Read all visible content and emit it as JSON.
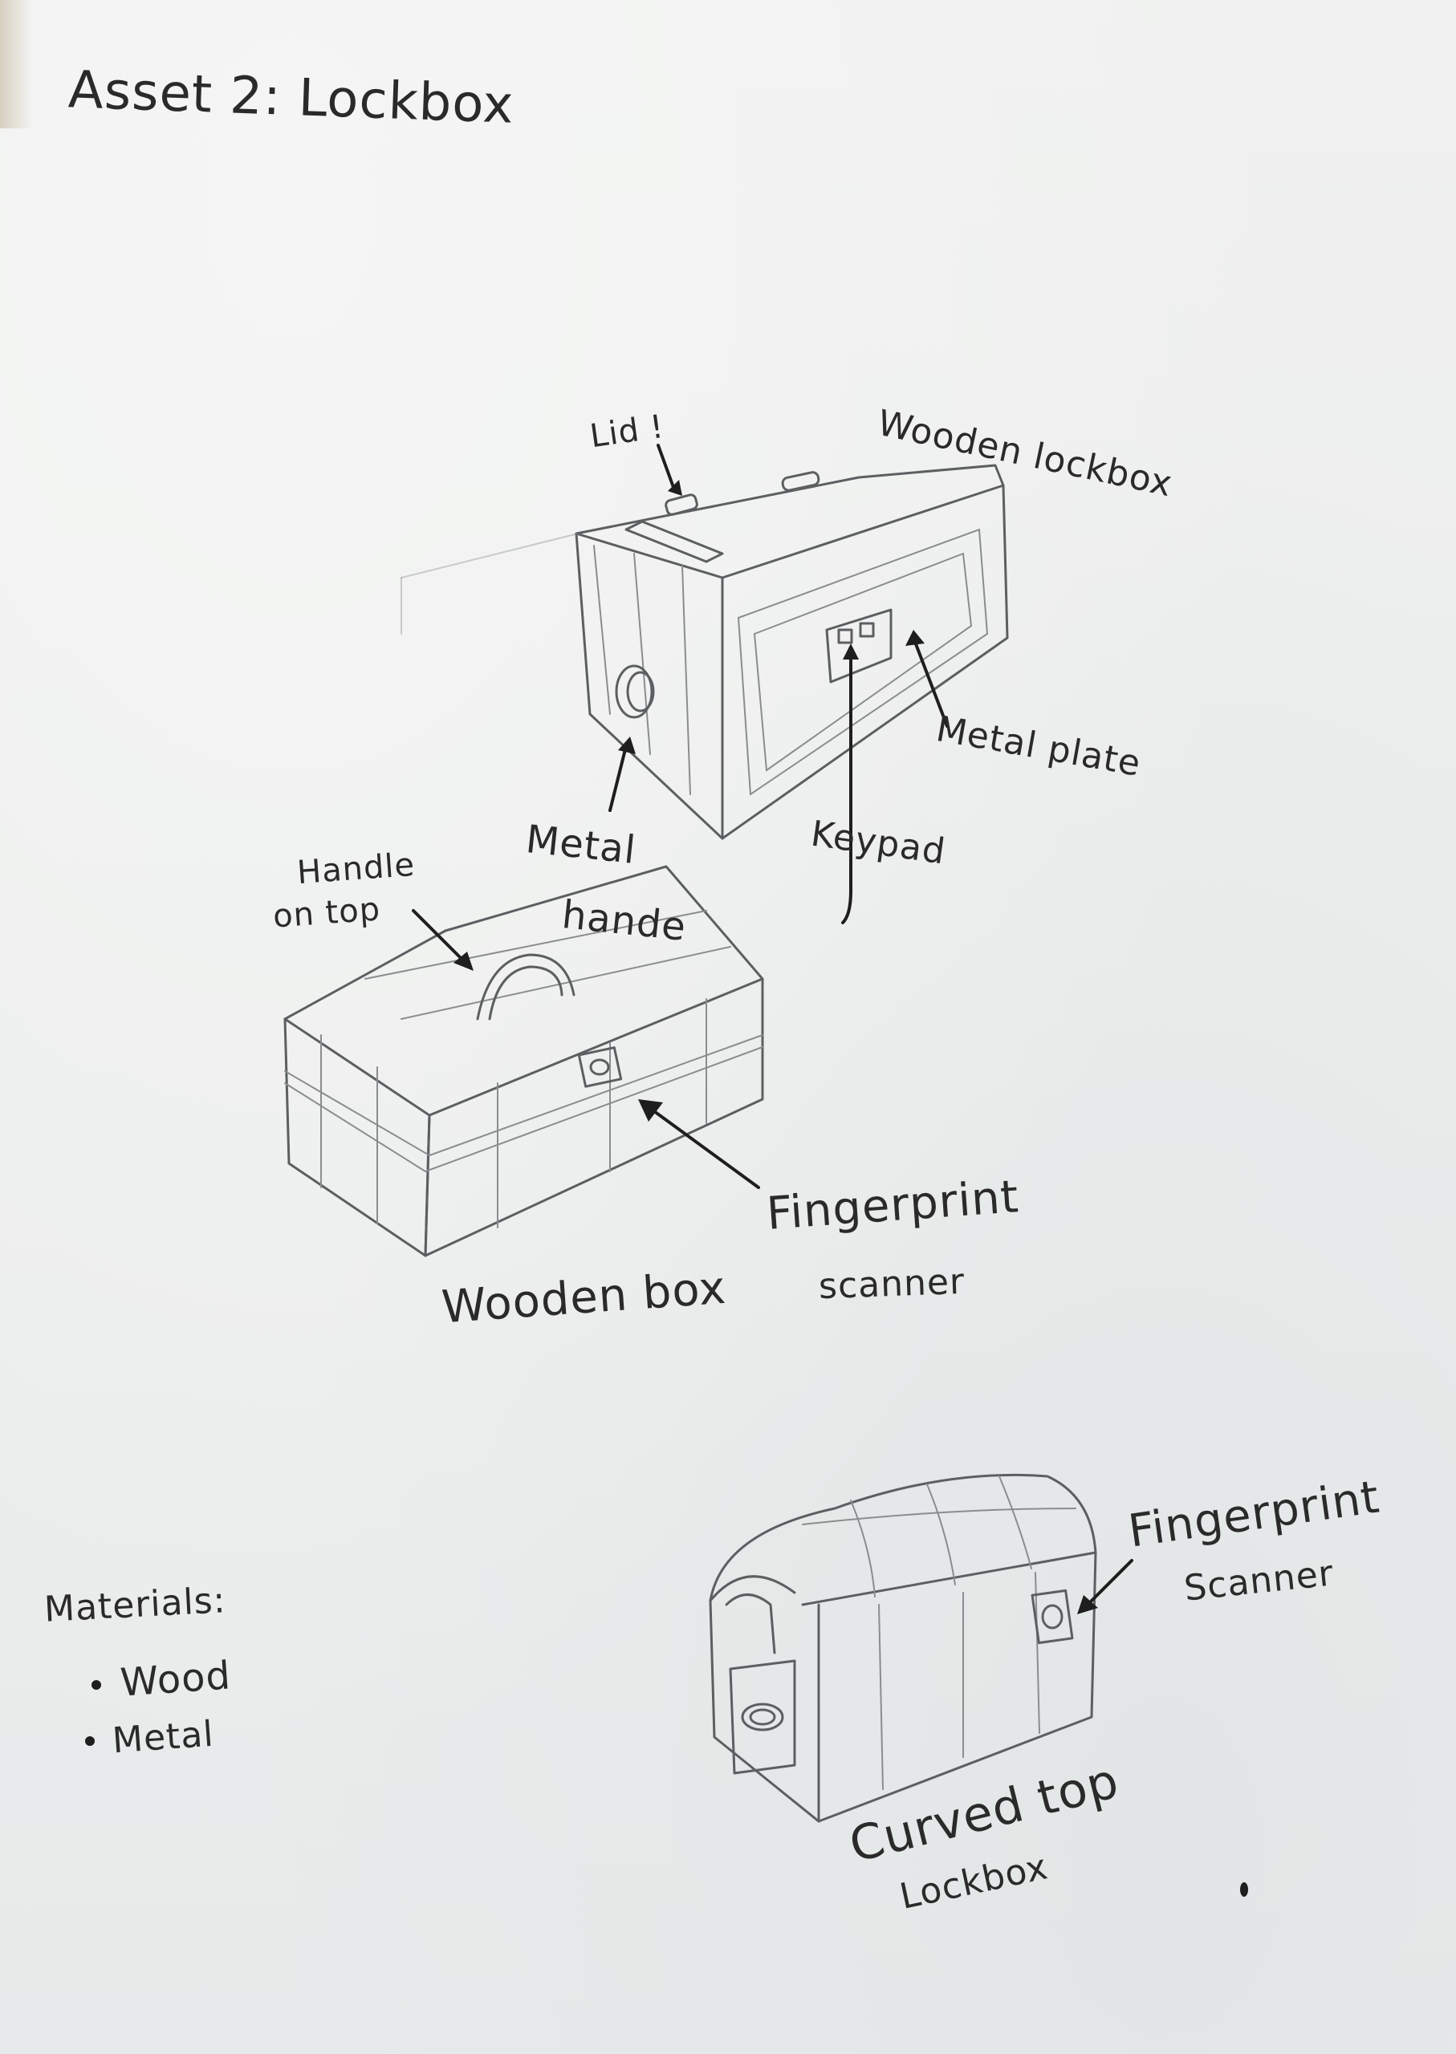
{
  "title": "Asset 2: Lockbox",
  "sketch_top": {
    "label_lid": "Lid !",
    "label_wooden_lockbox": "Wooden lockbox",
    "label_metal_plate": "Metal plate",
    "label_keypad": "Keypad",
    "label_metal_handle_line1": "Metal",
    "label_metal_handle_line2": "hande"
  },
  "sketch_middle": {
    "label_handle_line1": "Handle",
    "label_handle_line2": "on top",
    "label_scanner_line1": "Fingerprint",
    "label_scanner_line2": "scanner",
    "caption": "Wooden box"
  },
  "sketch_bottom": {
    "label_scanner_line1": "Fingerprint",
    "label_scanner_line2": "Scanner",
    "caption_line1": "Curved top",
    "caption_line2": "Lockbox"
  },
  "materials": {
    "heading": "Materials:",
    "items": [
      "Wood",
      "Metal"
    ]
  }
}
